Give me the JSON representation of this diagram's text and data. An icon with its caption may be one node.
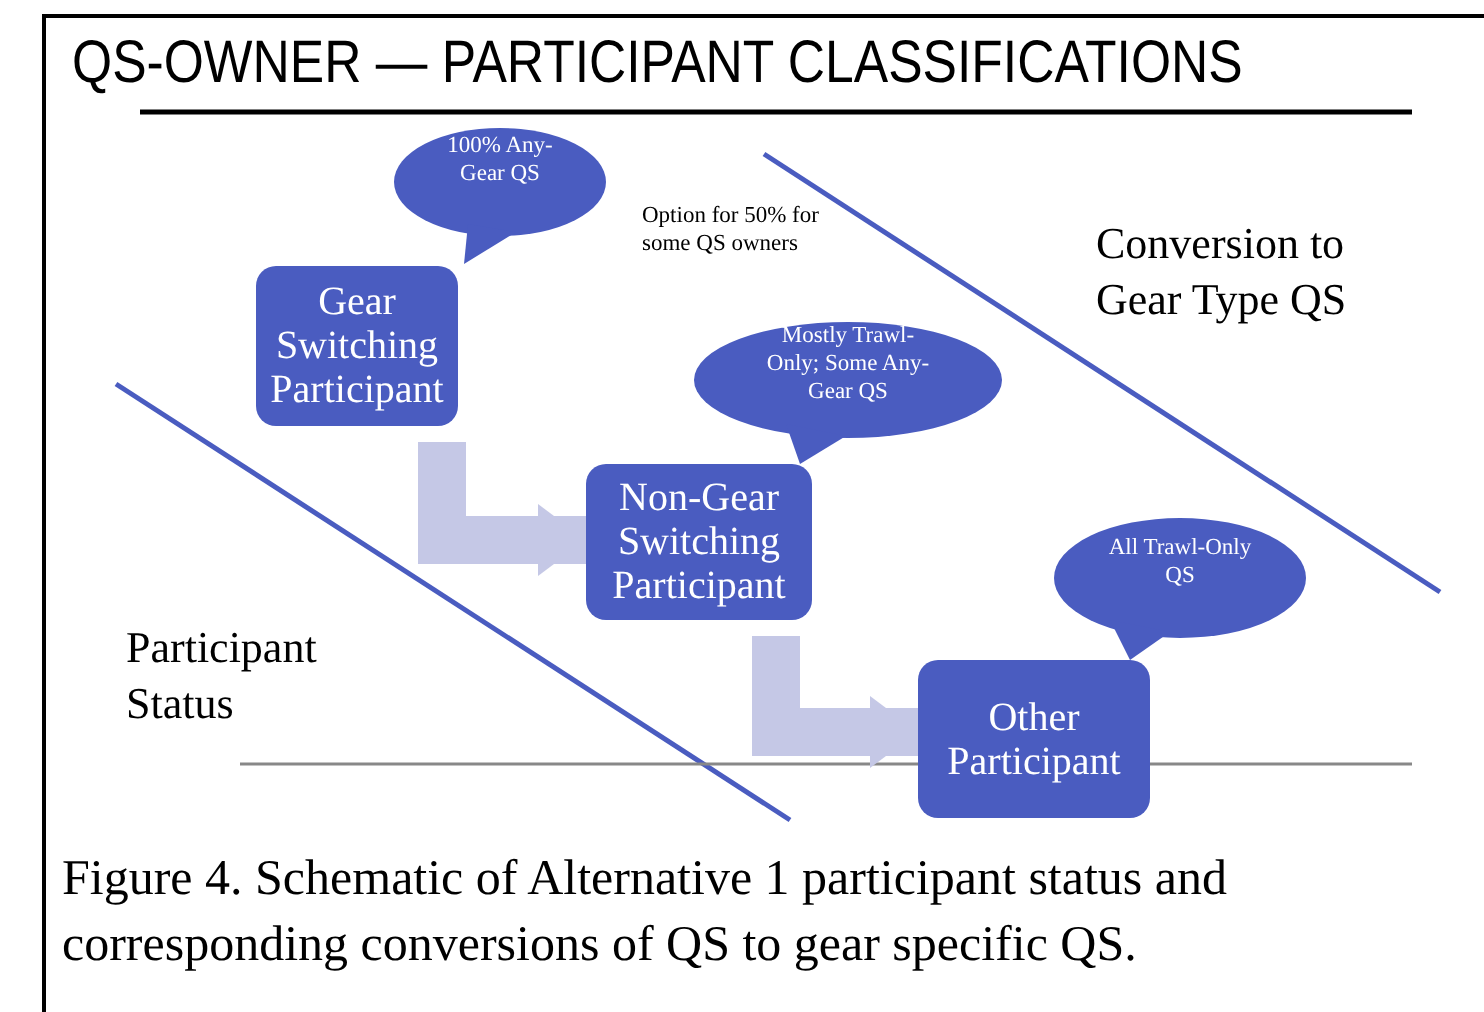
{
  "diagram": {
    "title": "QS-OWNER — PARTICIPANT CLASSIFICATIONS",
    "caption": "Figure 4. Schematic of Alternative 1 participant status and corresponding conversions of QS to gear specific QS.",
    "nodes": [
      {
        "text": [
          "Gear Switching Participant"
        ]
      },
      {
        "text": [
          "Non-Gear Switching Participant"
        ]
      },
      {
        "text": [
          "Other Participant"
        ]
      },
      {
        "text": [
          "100% Any- Gear QS"
        ]
      },
      {
        "text": [
          "Mostly Trawl- Only; Some Any- Gear QS"
        ]
      },
      {
        "text": [
          "All Trawl-Only QS"
        ]
      }
    ],
    "edges": [
      {
        "from": 0,
        "to": 1,
        "arrow": "to"
      },
      {
        "from": 1,
        "to": 2,
        "arrow": "to"
      }
    ],
    "labels": [
      "Option for 50% for some QS owners",
      "Conversion to Gear Type QS",
      "Participant Status"
    ]
  }
}
